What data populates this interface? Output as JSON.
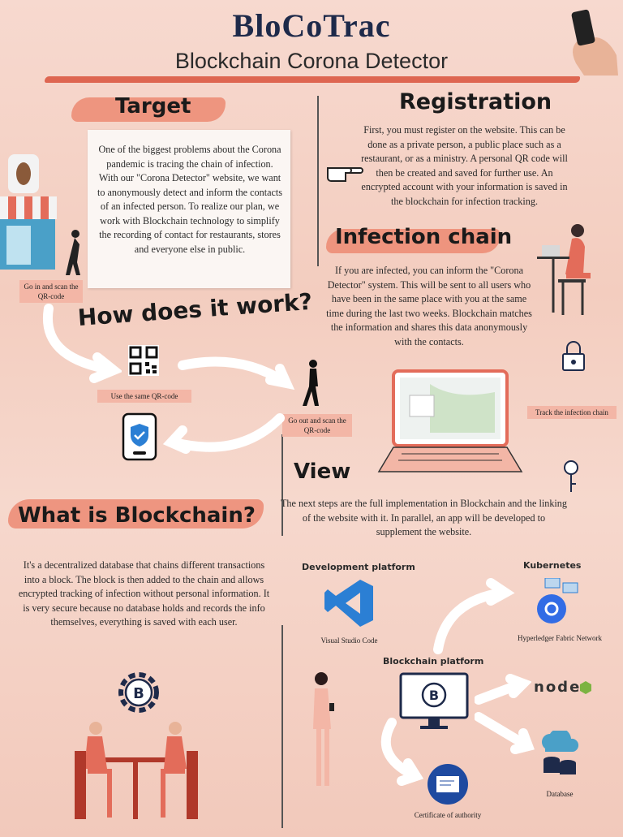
{
  "header": {
    "title": "BloCoTrac",
    "subtitle": "Blockchain Corona Detector"
  },
  "target": {
    "heading": "Target",
    "text": "One of the biggest problems about the Corona pandemic is tracing the chain of infection. With our \"Corona Detector\" website, we want to anonymously detect and inform the contacts of an infected person. To realize our plan, we work with Blockchain technology to simplify the recording of contact for restaurants, stores and everyone else in public.",
    "store_caption": "Go in and scan the QR-code"
  },
  "registration": {
    "heading": "Registration",
    "text": "First, you must register on the website. This can be done as a private person, a public place such as a restaurant, or as a ministry. A personal QR code will then be created and saved for further use. An encrypted account with your information is saved in the blockchain for infection tracking."
  },
  "infection_chain": {
    "heading": "Infection chain",
    "text": "If you are infected, you can inform the \"Corona Detector\" system. This will be sent to all users who have been in the same place with you at the same time during the last two weeks. Blockchain matches the information and shares this data anonymously with the contacts.",
    "track_caption": "Track the infection chain"
  },
  "how": {
    "heading": "How does it work?",
    "qr_caption": "Use the same QR-code",
    "exit_caption": "Go out and scan the QR-code"
  },
  "blockchain": {
    "heading": "What is Blockchain?",
    "text": "It's a decentralized database that chains different transactions into a block. The block is then added to the chain and allows encrypted tracking of infection without personal information. It is very secure because no database holds and records the info themselves, everything is saved with each user."
  },
  "view": {
    "heading": "View",
    "text": "The next steps are the full implementation in Blockchain and the linking of the website with it. In parallel, an app will be developed to supplement the website.",
    "dev_platform": "Development platform",
    "vscode": "Visual Studio Code",
    "kubernetes": "Kubernetes",
    "hyperledger": "Hyperledger Fabric Network",
    "blockchain_platform": "Blockchain platform",
    "node": "node",
    "database": "Database",
    "certificate": "Certificate of authority"
  },
  "colors": {
    "accent": "#ec8a72",
    "navy": "#1e2a4a",
    "blue": "#2b7fd4",
    "green": "#7cb342"
  }
}
